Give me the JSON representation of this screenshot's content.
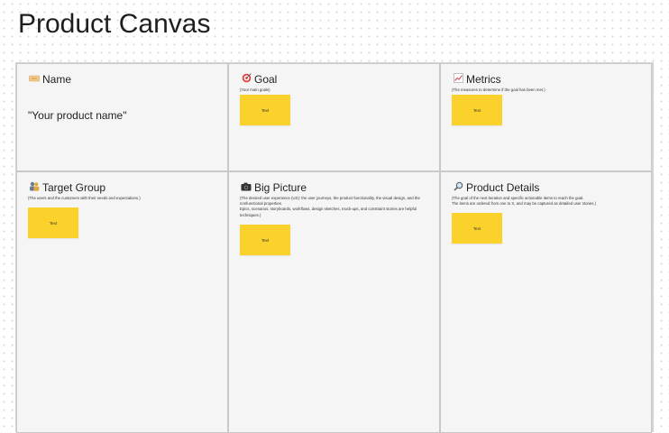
{
  "page": {
    "title": "Product Canvas"
  },
  "cards": {
    "name": {
      "title": "Name",
      "icon": "name-tag-icon",
      "value": "\"Your product name\""
    },
    "goal": {
      "title": "Goal",
      "icon": "target-icon",
      "desc": "(Your main goals)",
      "sticky": "Text"
    },
    "metrics": {
      "title": "Metrics",
      "icon": "chart-icon",
      "desc": "(The measures to determine if the goal has been met.)",
      "sticky": "Text"
    },
    "target_group": {
      "title": "Target Group",
      "icon": "people-icon",
      "desc": "(The users and the customers with their needs and expectations.)",
      "sticky": "Text"
    },
    "big_picture": {
      "title": "Big Picture",
      "icon": "camera-icon",
      "desc1": "(The desired user experience (UX): the user journeys, the product functionality, the visual design, and the nonfunctional properties.",
      "desc2": "Epics, scenarios, storyboards, workflows, design sketches, mock-ups, and constraint stories are helpful techniques.)",
      "sticky": "Text"
    },
    "product_details": {
      "title": "Product Details",
      "icon": "magnifier-icon",
      "desc1": "(The goal of the next iteration and specific actionable items to reach the goal.",
      "desc2": "The items are ordered from one to X, and may be captured as detailed user stories.)",
      "sticky": "Text"
    }
  },
  "colors": {
    "sticky": "#fad22b",
    "card_bg": "#f5f5f5",
    "border": "#c9c9c9"
  }
}
